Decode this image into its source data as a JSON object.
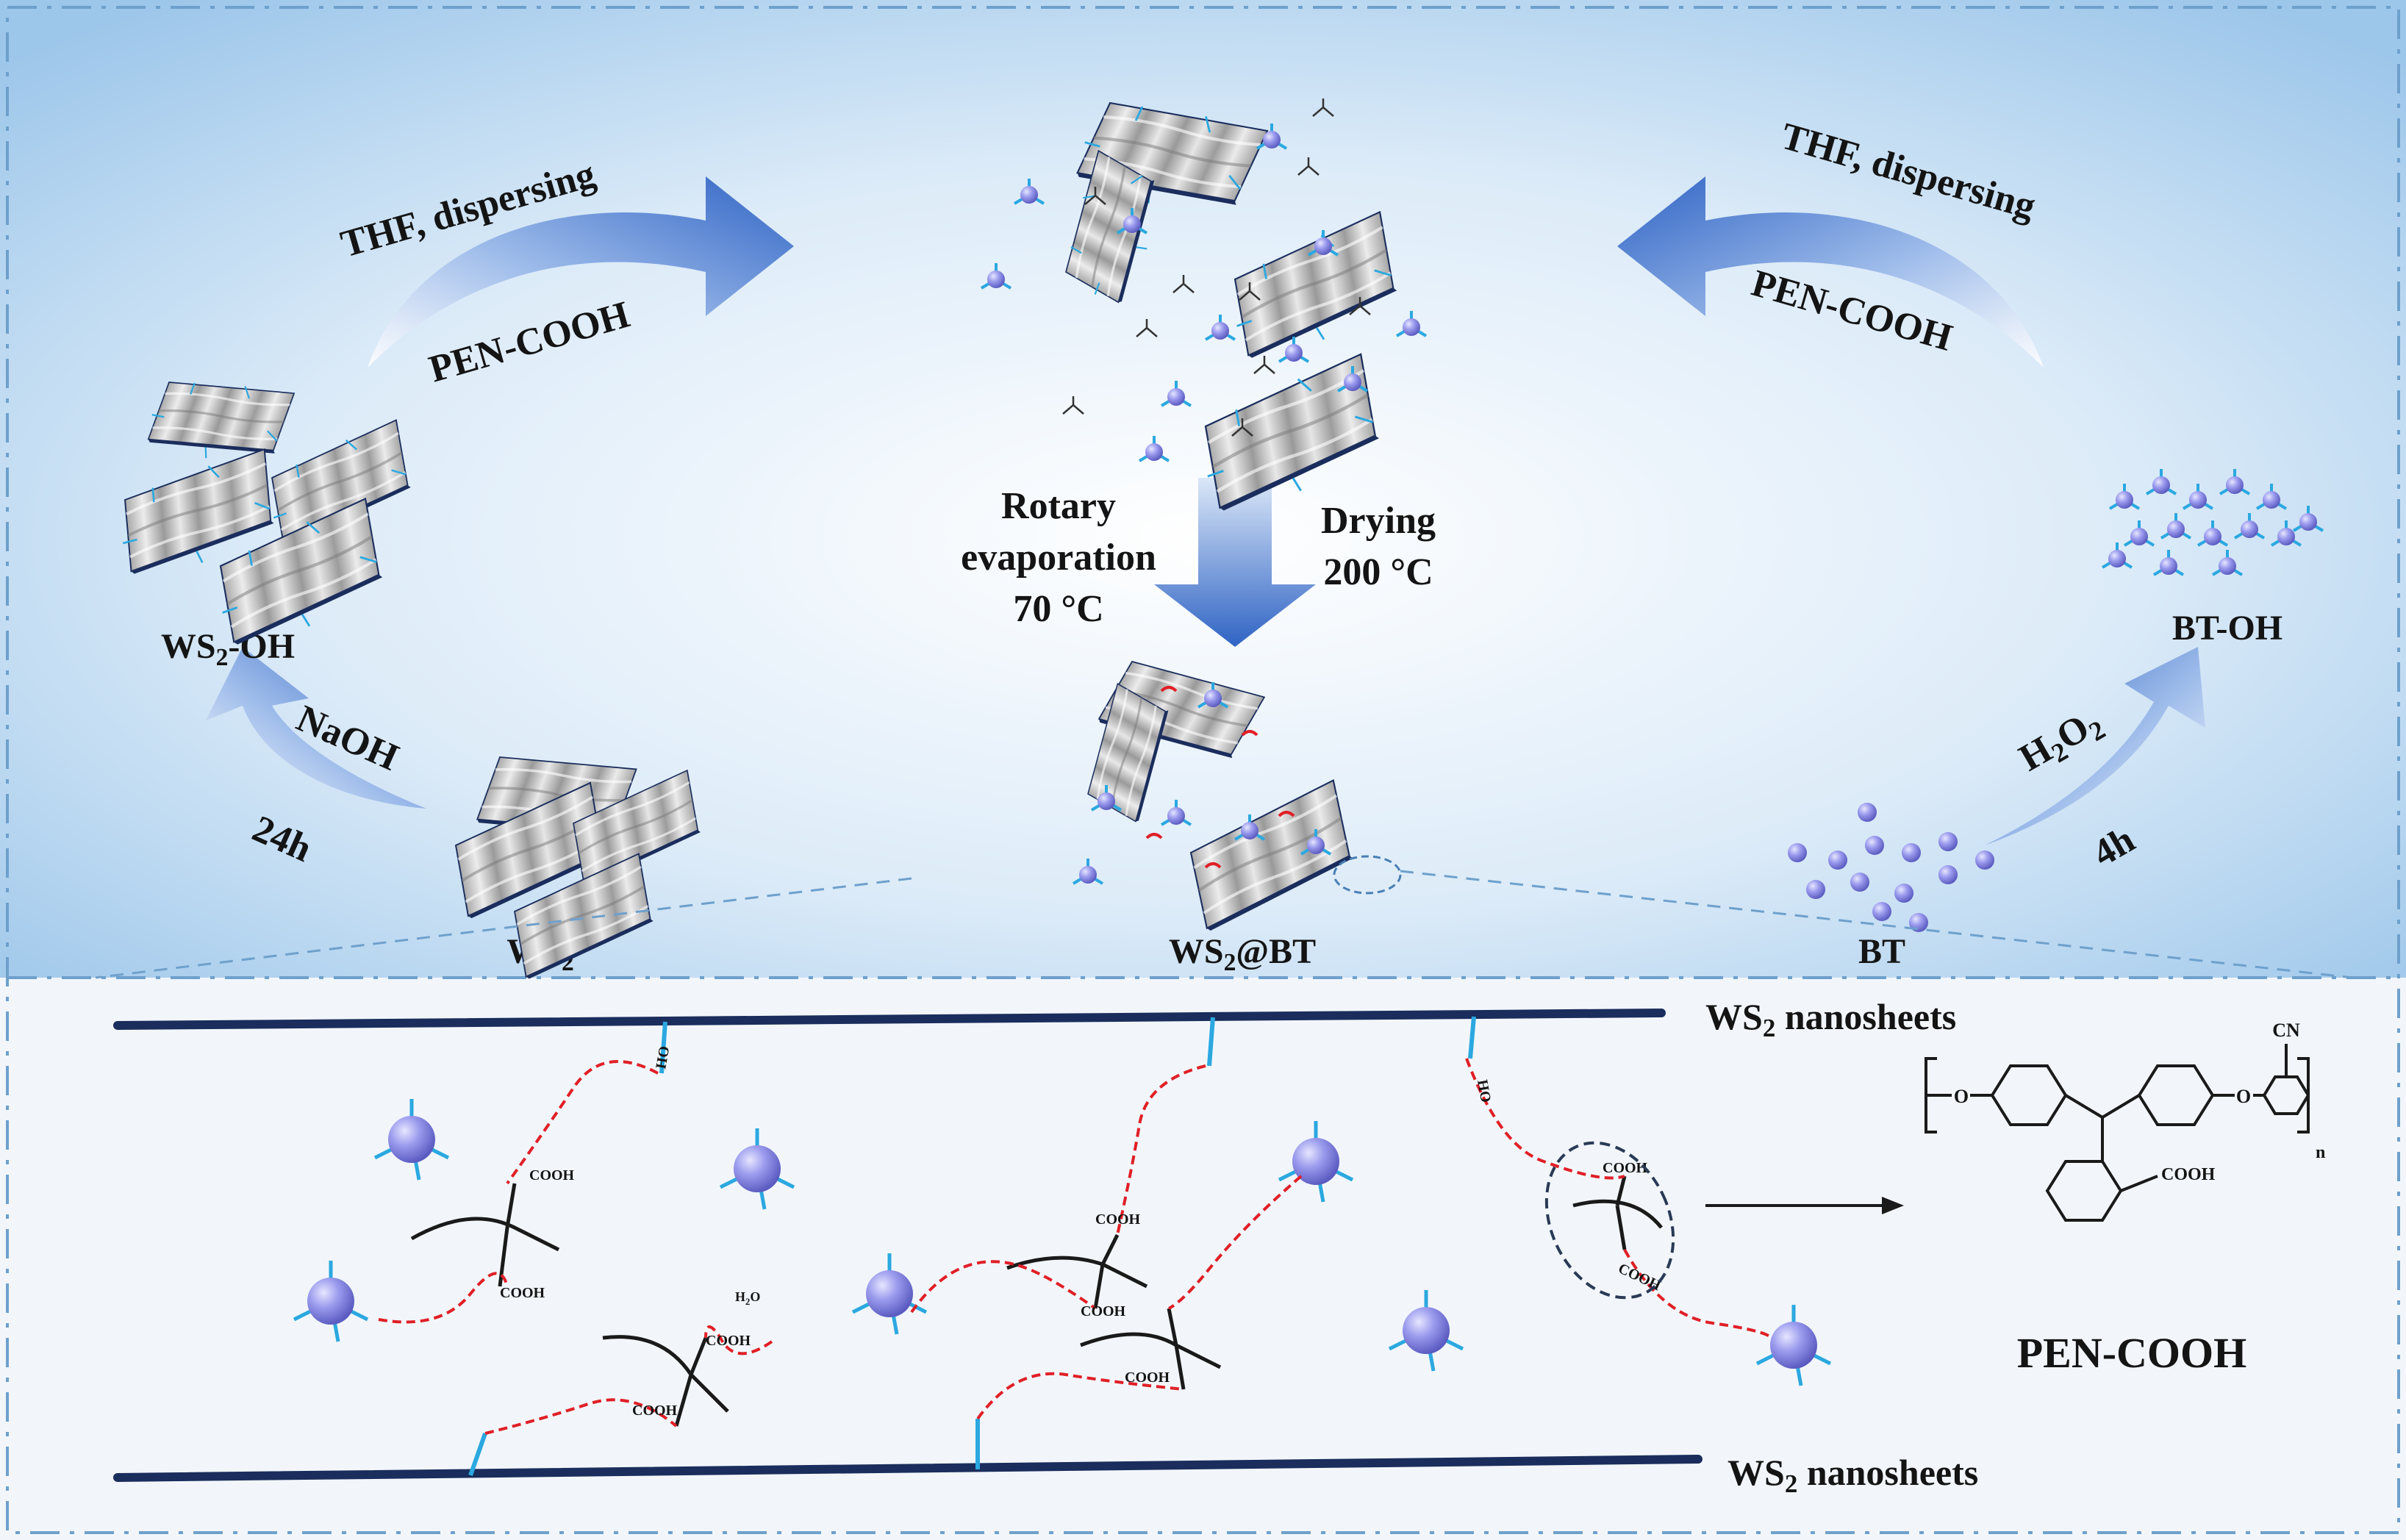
{
  "process": {
    "left_arrow_top": "THF, dispersing",
    "left_arrow_bottom": "PEN-COOH",
    "right_arrow_top": "THF, dispersing",
    "right_arrow_bottom": "PEN-COOH",
    "naoh": "NaOH",
    "naoh_time": "24h",
    "h2o2": "H",
    "h2o2_sub": "2",
    "h2o2_tail": "O",
    "h2o2_sub2": "2",
    "h2o2_time": "4h",
    "rotary_1": "Rotary",
    "rotary_2": "evaporation",
    "rotary_3": "70 °C",
    "drying_1": "Drying",
    "drying_2": "200 °C"
  },
  "materials": {
    "ws2oh_a": "WS",
    "ws2oh_sub": "2",
    "ws2oh_b": "-OH",
    "ws2_a": "WS",
    "ws2_sub": "2",
    "ws2bt_a": "WS",
    "ws2bt_sub": "2",
    "ws2bt_b": "@BT",
    "bt": "BT",
    "btoh": "BT-OH"
  },
  "detail": {
    "top_sheet_a": "WS",
    "top_sheet_sub": "2",
    "top_sheet_b": " nanosheets",
    "bottom_sheet_a": "WS",
    "bottom_sheet_sub": "2",
    "bottom_sheet_b": " nanosheets",
    "polymer_name": "PEN-COOH",
    "cn": "CN",
    "cooh_struct": "COOH",
    "n": "n",
    "o1": "O",
    "o2": "O",
    "h2o_a": "H",
    "h2o_sub": "2",
    "h2o_b": "O",
    "cooh": "COOH",
    "oh": "OH",
    "ho": "HO"
  },
  "colors": {
    "top_bg": "#b9d9f2",
    "bottom_bg": "#f2f6fb",
    "arrow_blue": "#3468c8",
    "sheet_navy": "#1a2d5c",
    "cyan": "#2ba8e0",
    "ester_red": "#e01f26",
    "particle": "#8f8fe6"
  }
}
